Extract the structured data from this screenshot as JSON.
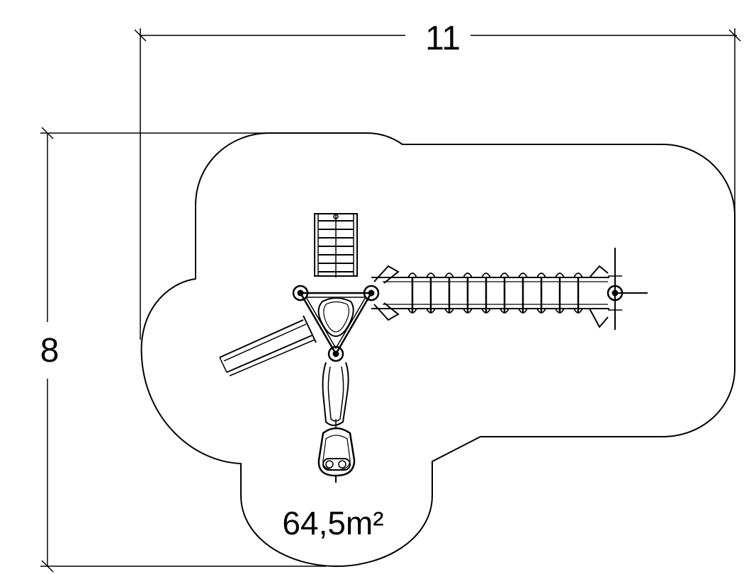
{
  "dimensions": {
    "width_label": "11",
    "height_label": "8"
  },
  "area": {
    "label": "64,5m²"
  },
  "colors": {
    "line": "#000000",
    "background": "#ffffff"
  }
}
